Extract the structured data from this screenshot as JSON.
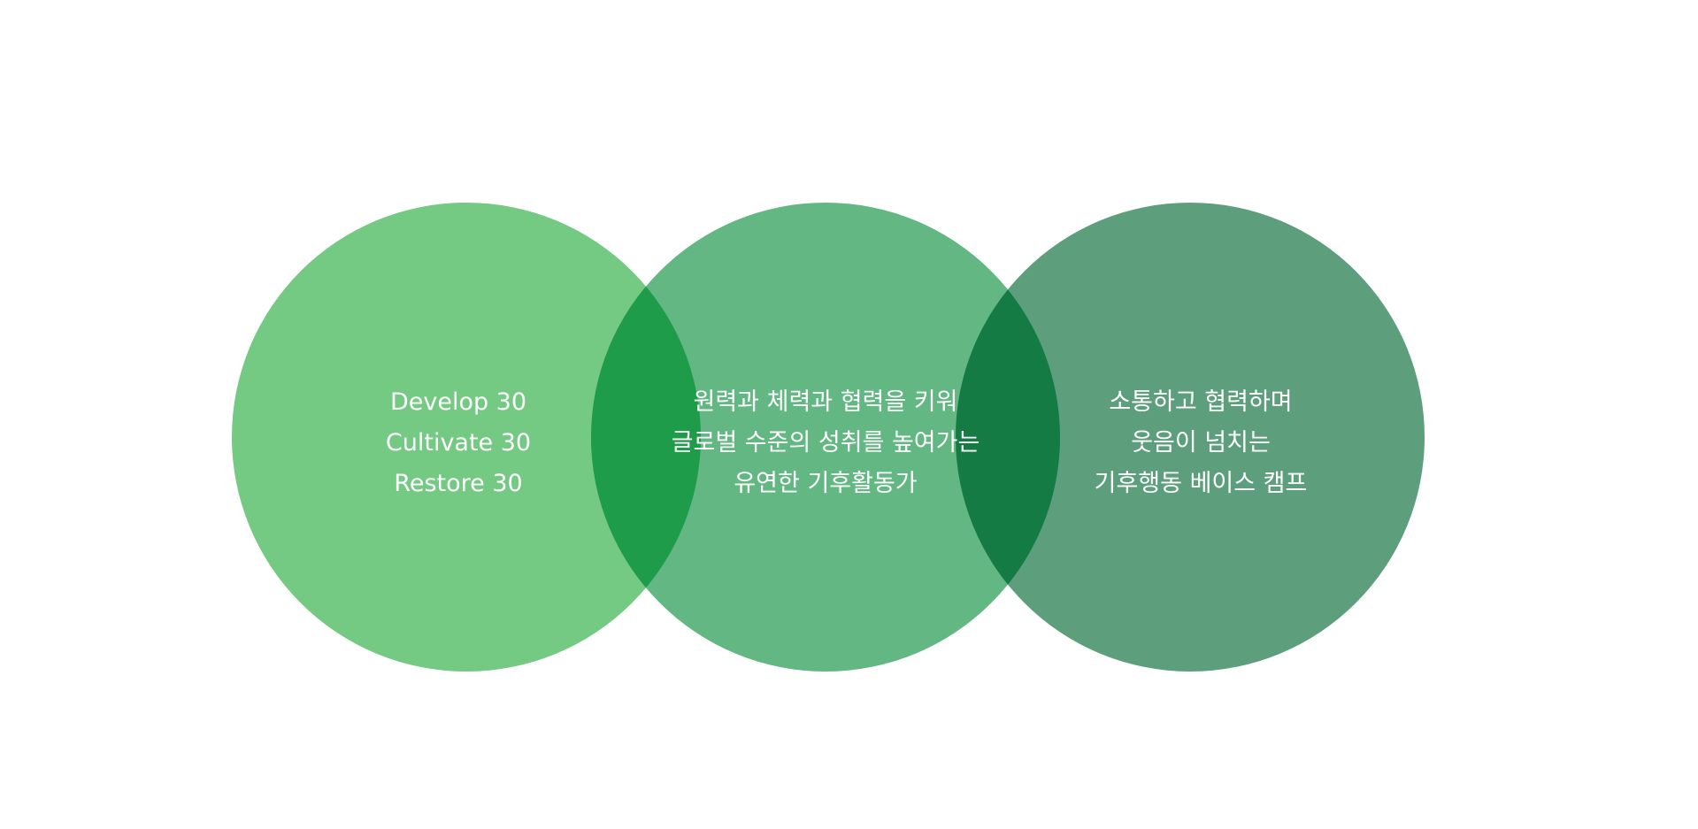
{
  "diagram": {
    "circles": [
      {
        "id": "left",
        "color": "#74c983",
        "lines": [
          "Develop 30",
          "Cultivate 30",
          "Restore 30"
        ]
      },
      {
        "id": "middle",
        "color": "#62b782",
        "lines": [
          "원력과 체력과 협력을 키워",
          "글로벌 수준의 성취를 높여가는",
          "유연한 기후활동가"
        ]
      },
      {
        "id": "right",
        "color": "#5d9f7c",
        "lines": [
          "소통하고 협력하며",
          "웃음이 넘치는",
          "기후행동 베이스 캠프"
        ]
      }
    ],
    "overlap_colors": {
      "left_middle": "#1f9c4a",
      "middle_right": "#157b45"
    }
  }
}
